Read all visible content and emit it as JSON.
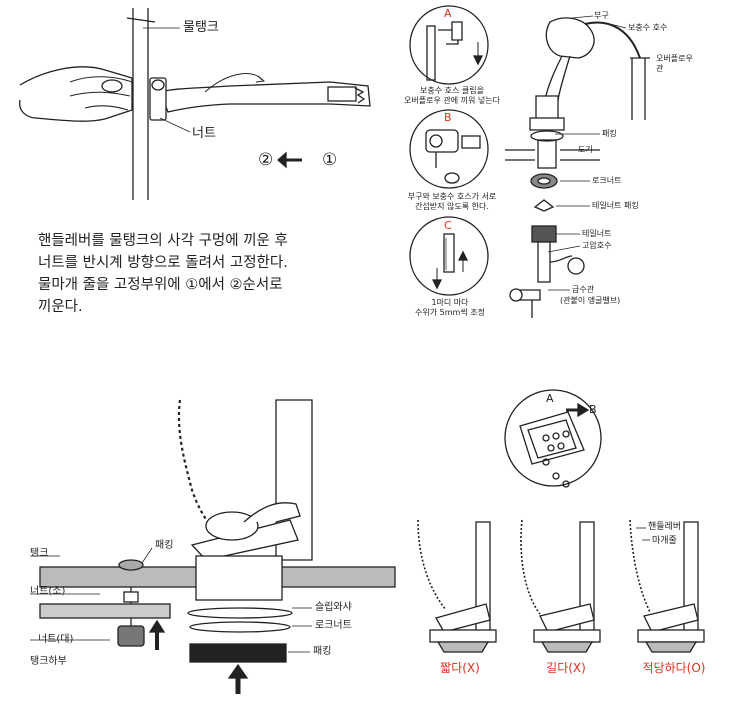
{
  "panel_handle": {
    "label_tank": "물탱크",
    "label_nut": "너트",
    "step_from": "①",
    "step_to": "②",
    "instructions": [
      "핸들레버를 물탱크의 사각 구멍에 끼운 후",
      "너트를 반시계 방향으로 돌려서 고정한다.",
      "물마개 줄을 고정부위에 ①에서 ②순서로",
      "끼운다."
    ]
  },
  "panel_float": {
    "detail_a": {
      "letter": "A",
      "caption_1": "보충수 호스 클립을",
      "caption_2": "오버플로우 관에 끼워 넣는다"
    },
    "detail_b": {
      "letter": "B",
      "caption_1": "부구와 보충수 호스가 서로",
      "caption_2": "간섭받지 않도록 한다."
    },
    "detail_c": {
      "letter": "C",
      "caption_1": "1마디 마다",
      "caption_2": "수위가 5mm씩 조정"
    },
    "labels": {
      "float": "부구",
      "refill_hose": "보충수 호수",
      "overflow_1": "오버플로우",
      "overflow_2": "관",
      "packing": "패킹",
      "bowl": "도기",
      "lock_nut": "로크너트",
      "tail_nut_packing": "테일너트 패킹",
      "tail_nut": "테일너트",
      "pressure_hose": "고압호수",
      "supply_1": "급수관",
      "supply_2": "(관붙이 앵글밸브)"
    }
  },
  "panel_flush": {
    "labels": {
      "packing_top": "패킹",
      "tank": "탱크",
      "nut_small": "너트(소)",
      "nut_large": "너트(대)",
      "tank_bottom": "탱크하부",
      "slip_washer": "슬립와샤",
      "lock_nut": "로크너트",
      "packing_bottom": "패킹"
    }
  },
  "panel_chain": {
    "marker_a": "A",
    "marker_b": "B",
    "handle_lever": "핸들레버",
    "chain": "마개줄",
    "captions": [
      "짧다(X)",
      "길다(X)",
      "적당하다(O)"
    ],
    "caption_color": "#e0301e"
  }
}
